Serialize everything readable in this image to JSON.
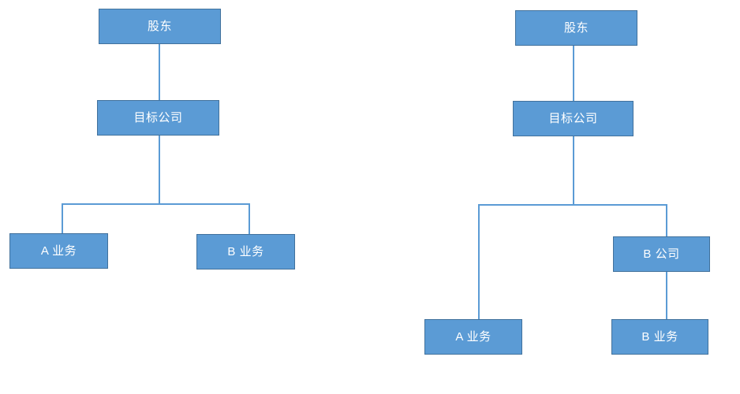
{
  "page": {
    "background_color": "#FFFFFF",
    "node_fill_color": "#5B9BD5",
    "node_border_color": "#41719C",
    "connector_color": "#5B9BD5",
    "node_text_color": "#FFFFFF"
  },
  "diagrams": [
    {
      "id": "before-restructure",
      "nodes": [
        {
          "key": "shareholder",
          "label": "股东"
        },
        {
          "key": "target_company",
          "label": "目标公司"
        },
        {
          "key": "business_a",
          "label": "A 业务"
        },
        {
          "key": "business_b",
          "label": "B 业务"
        }
      ],
      "edges": [
        {
          "from": "shareholder",
          "to": "target_company"
        },
        {
          "from": "target_company",
          "to": "business_a"
        },
        {
          "from": "target_company",
          "to": "business_b"
        }
      ]
    },
    {
      "id": "after-restructure",
      "nodes": [
        {
          "key": "shareholder",
          "label": "股东"
        },
        {
          "key": "target_company",
          "label": "目标公司"
        },
        {
          "key": "company_b",
          "label": "B 公司"
        },
        {
          "key": "business_a",
          "label": "A 业务"
        },
        {
          "key": "business_b",
          "label": "B 业务"
        }
      ],
      "edges": [
        {
          "from": "shareholder",
          "to": "target_company"
        },
        {
          "from": "target_company",
          "to": "business_a"
        },
        {
          "from": "target_company",
          "to": "company_b"
        },
        {
          "from": "company_b",
          "to": "business_b"
        }
      ]
    }
  ]
}
